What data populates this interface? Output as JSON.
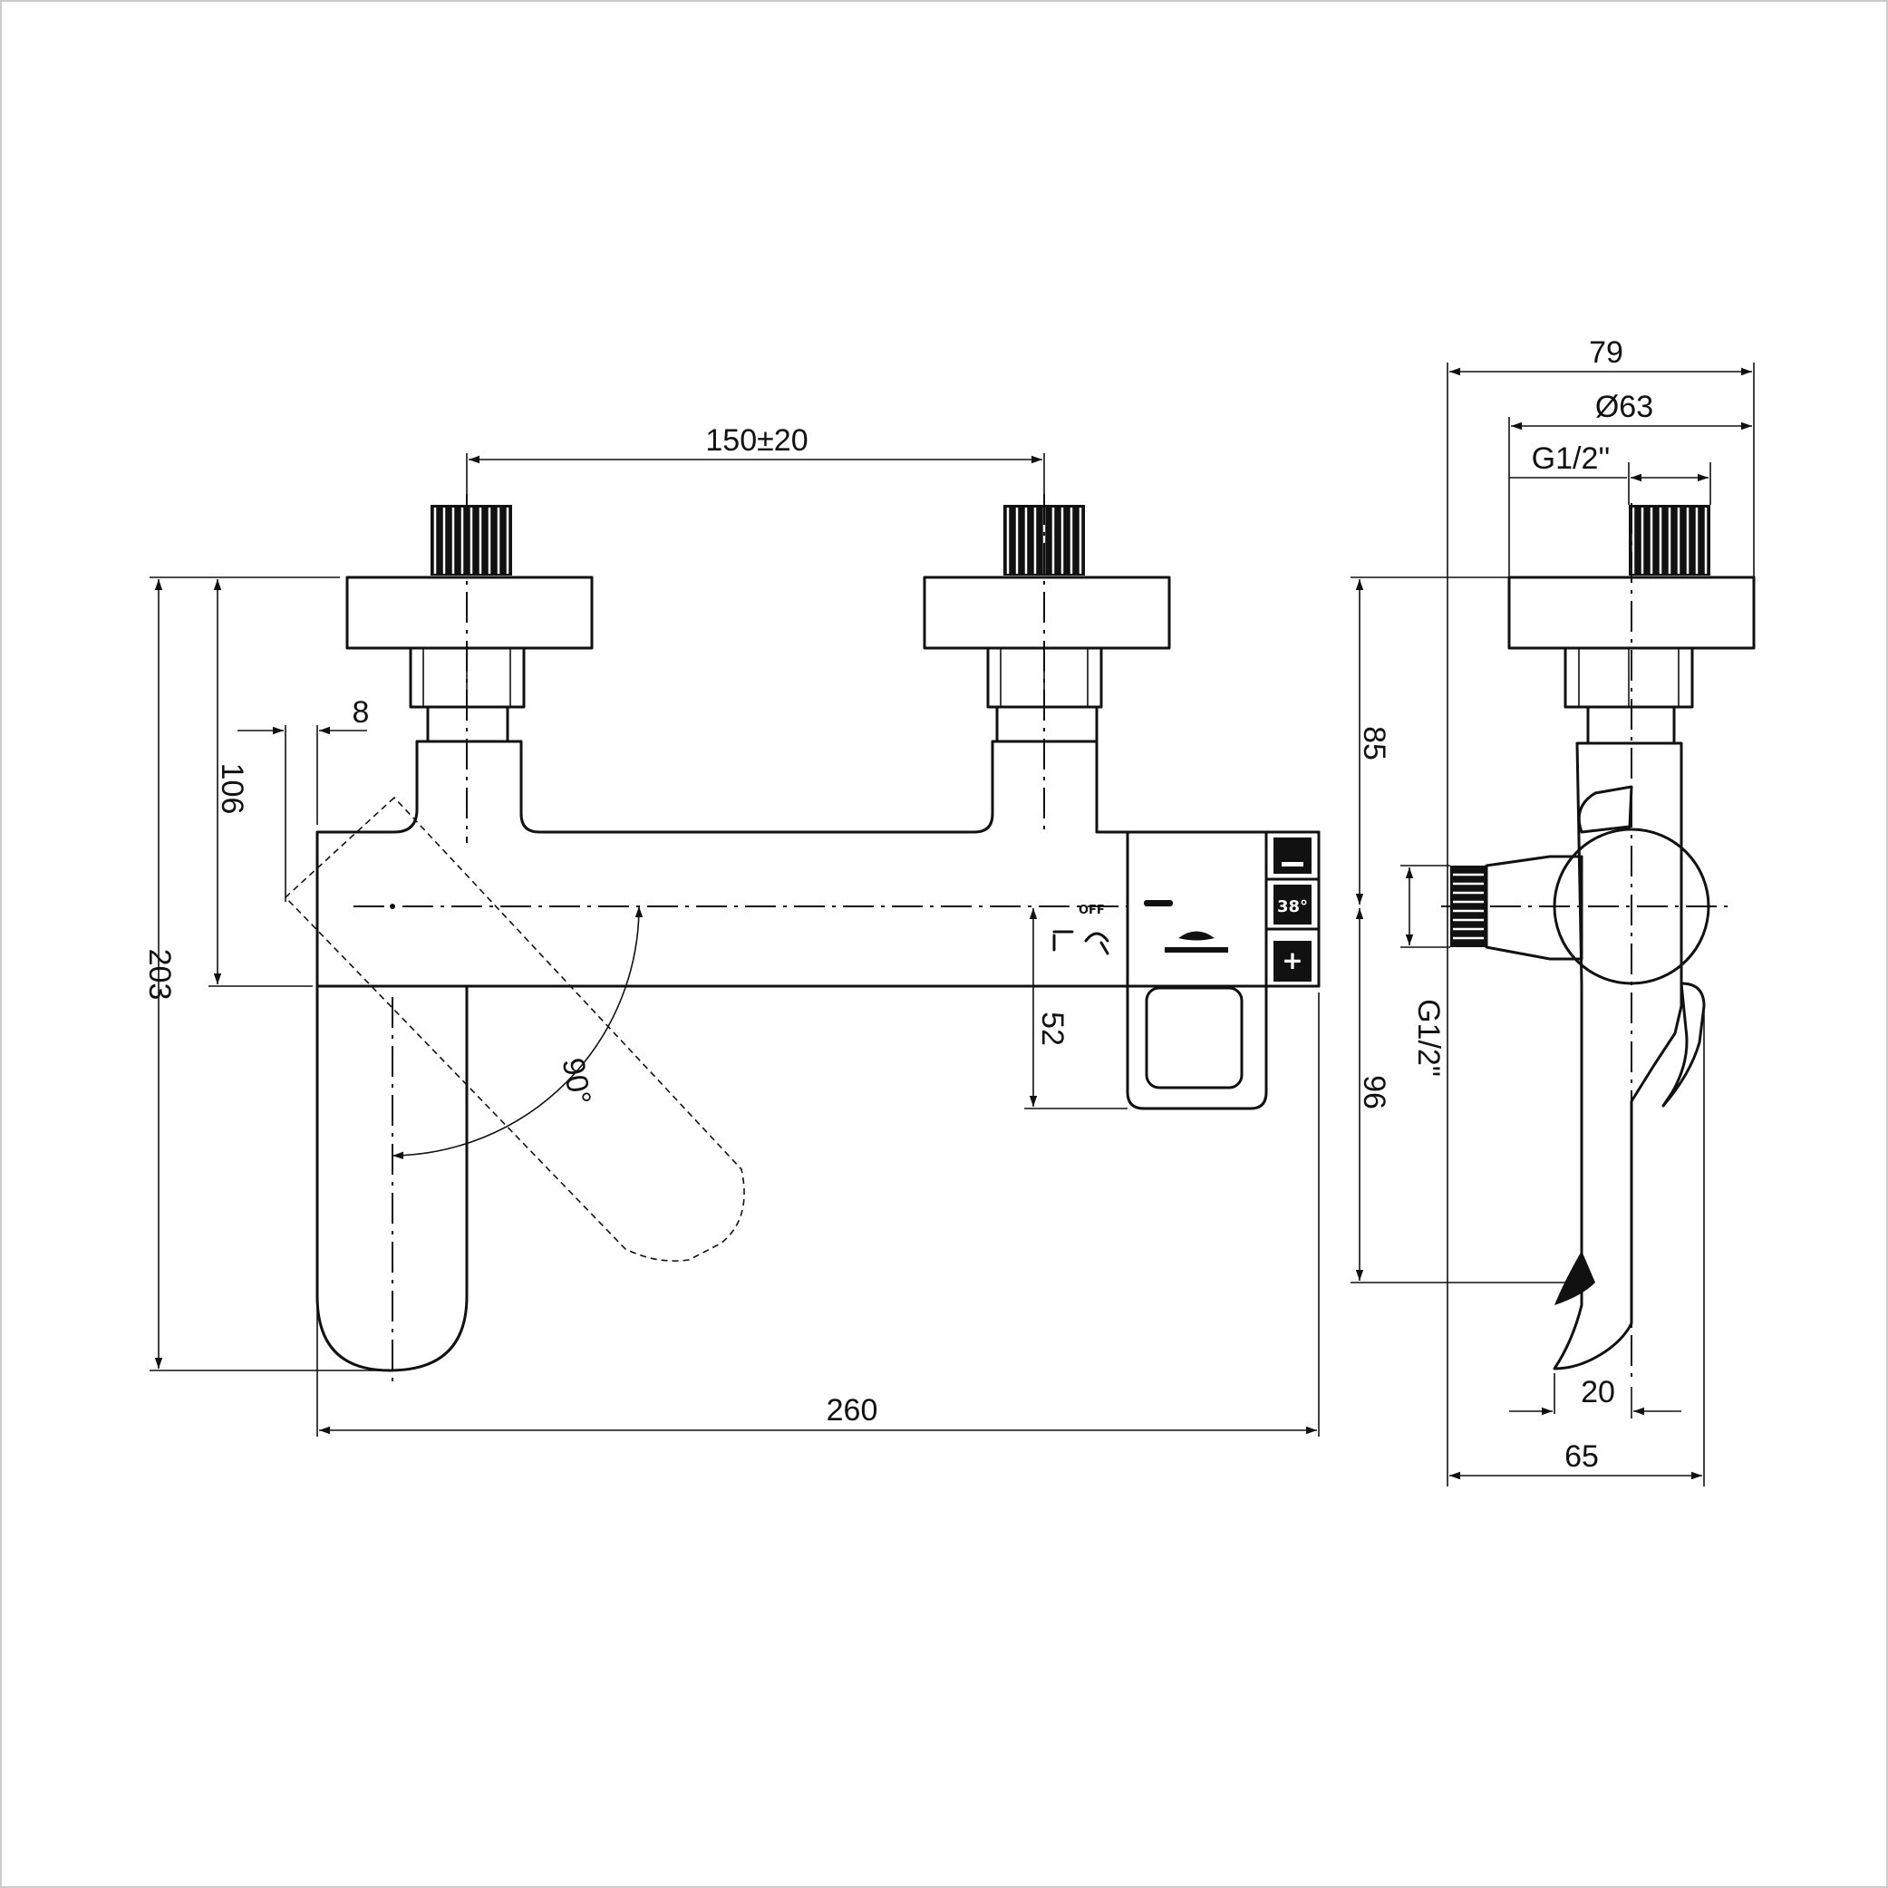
{
  "dimensions": {
    "inlet_spacing": "150±20",
    "total_width": "260",
    "total_height": "203",
    "to_centerline": "106",
    "offset": "8",
    "centerline_to_bottom": "52",
    "rotation_angle": "90°",
    "side_depth": "79",
    "escutcheon_diameter": "Ø63",
    "thread_top": "G1/2''",
    "thread_side": "G1/2\"",
    "top_to_center": "85",
    "center_to_spout": "96",
    "spout_offset": "20",
    "side_width": "65"
  },
  "control_labels": {
    "off": "OFF",
    "temperature": "38°",
    "minus": "—",
    "plus": "+"
  }
}
